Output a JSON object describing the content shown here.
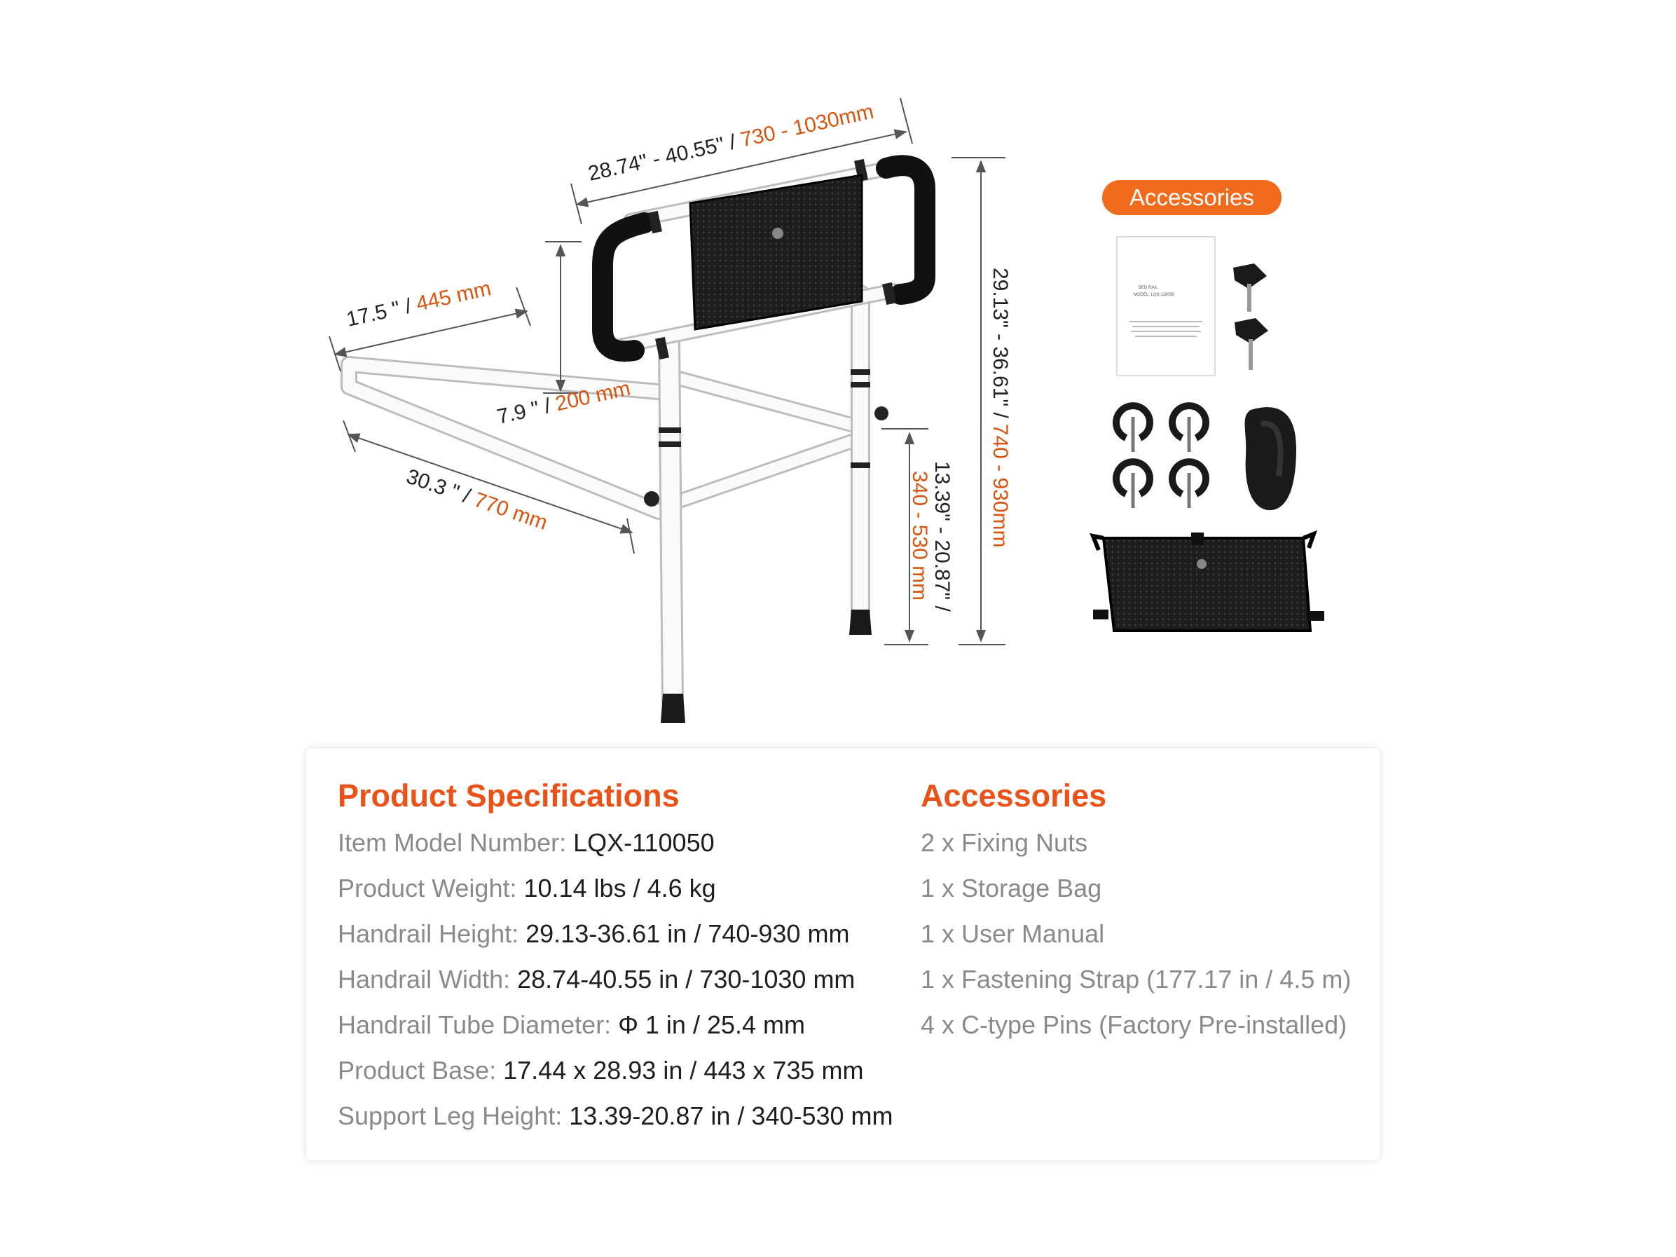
{
  "dimensions": {
    "top_width": {
      "imperial": "28.74\" - 40.55\" /",
      "metric": "730 - 1030mm"
    },
    "depth": {
      "imperial": "17.5 \" /",
      "metric": "445 mm"
    },
    "grip_height": {
      "imperial": "7.9 \" /",
      "metric": "200 mm"
    },
    "base_length": {
      "imperial": "30.3 \" /",
      "metric": "770 mm"
    },
    "leg_height": {
      "imperial": "13.39\" - 20.87\" /",
      "metric": "340 - 530 mm"
    },
    "total_height": {
      "imperial": "29.13\" - 36.61\"  /",
      "metric": "740 - 930mm"
    }
  },
  "accessories_badge": "Accessories",
  "manual_text": {
    "title": "BED RAIL",
    "model": "MODEL: LQX-110050"
  },
  "specifications": {
    "title": "Product Specifications",
    "rows": [
      {
        "label": "Item Model Number: ",
        "value": "LQX-110050"
      },
      {
        "label": "Product Weight: ",
        "value": "10.14 lbs / 4.6 kg"
      },
      {
        "label": "Handrail Height: ",
        "value": "29.13-36.61 in / 740-930 mm"
      },
      {
        "label": "Handrail Width: ",
        "value": "28.74-40.55 in / 730-1030 mm"
      },
      {
        "label": "Handrail Tube Diameter: ",
        "value": "Φ 1 in / 25.4 mm"
      },
      {
        "label": "Product Base: ",
        "value": "17.44 x 28.93 in / 443 x 735 mm"
      },
      {
        "label": "Support Leg Height: ",
        "value": "13.39-20.87 in / 340-530 mm"
      }
    ]
  },
  "accessories": {
    "title": "Accessories",
    "items": [
      "2 x Fixing Nuts",
      "1 x Storage Bag",
      "1 x User Manual",
      "1 x Fastening Strap (177.17 in / 4.5 m)",
      "4 x C-type Pins (Factory Pre-installed)"
    ]
  },
  "colors": {
    "accent": "#e9531a",
    "badge": "#f26a1b",
    "label_gray": "#8a8a8a",
    "value_dark": "#1e1e1e"
  }
}
